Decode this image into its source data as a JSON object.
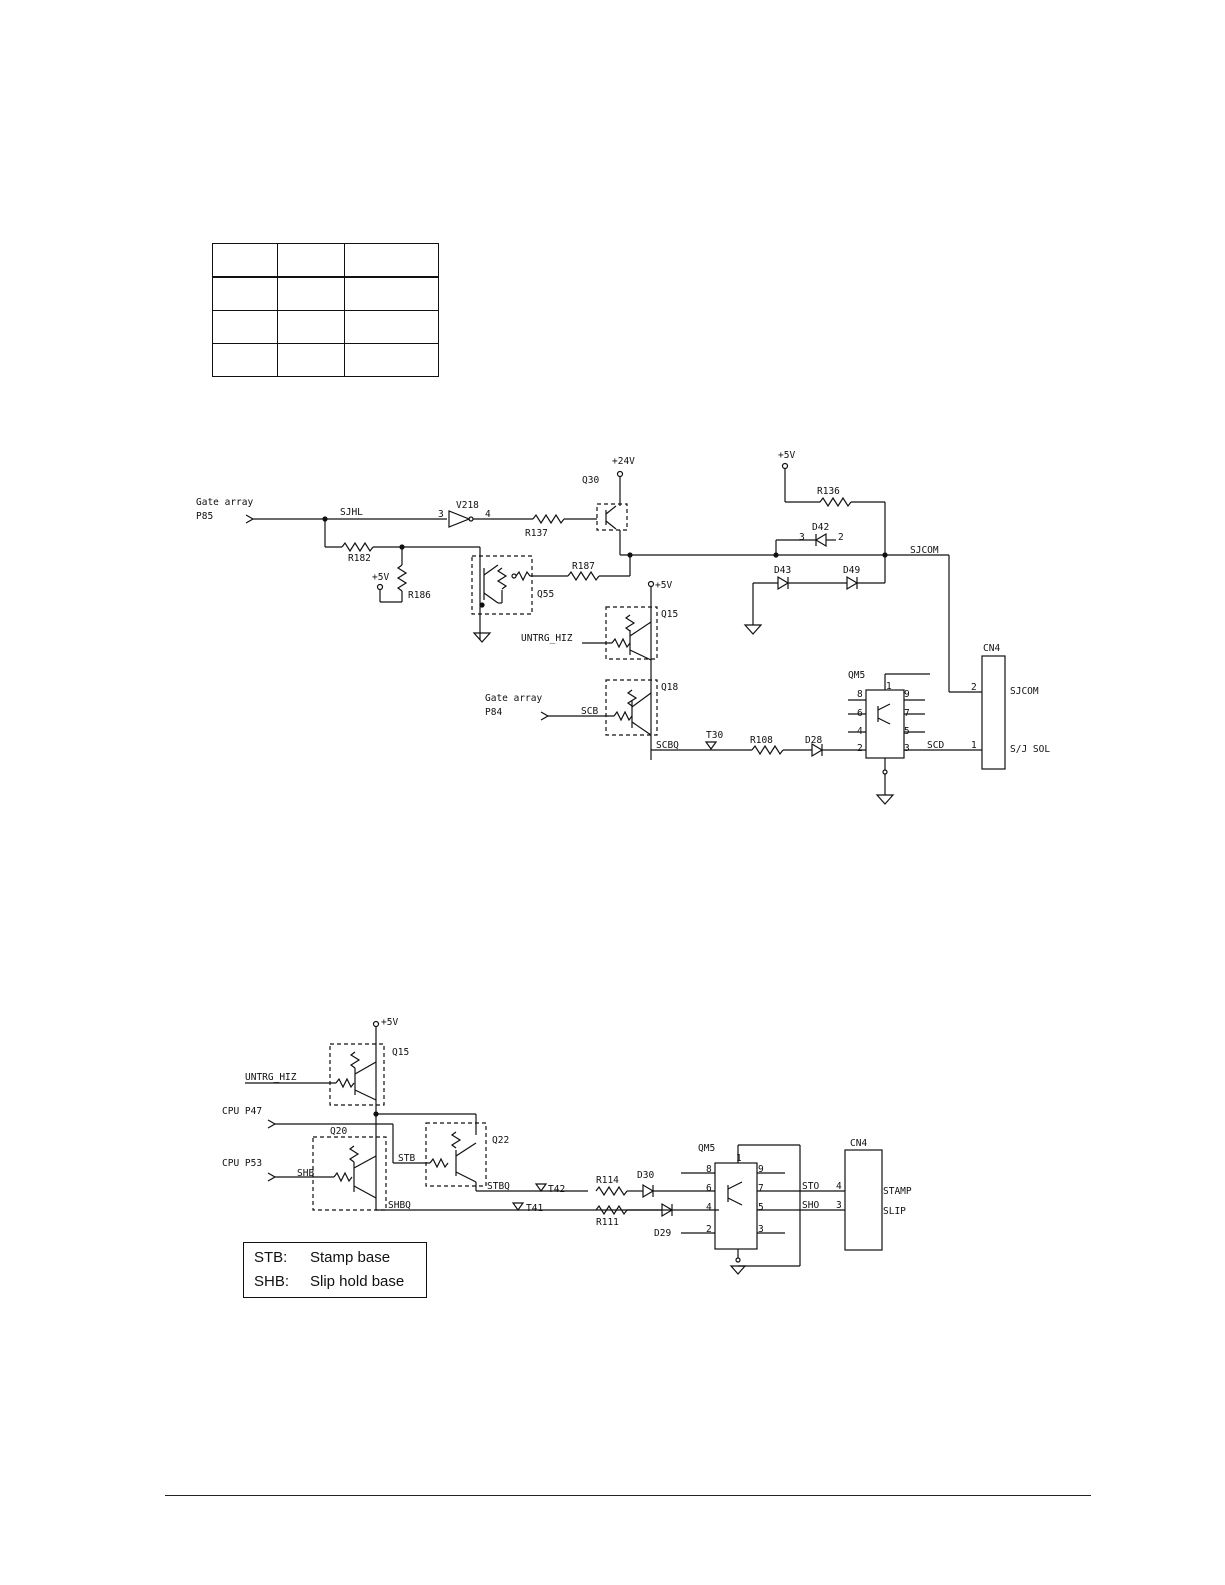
{
  "top_table": {
    "rows": [
      [
        "",
        "",
        ""
      ],
      [
        "",
        "",
        ""
      ],
      [
        "",
        "",
        ""
      ],
      [
        "",
        "",
        ""
      ]
    ]
  },
  "circuit1": {
    "gate_array_label": "Gate array",
    "p85": "P85",
    "sjhl": "SJHL",
    "v218": "V218",
    "pin3": "3",
    "pin4": "4",
    "r137": "R137",
    "q30": "Q30",
    "plus24v": "+24V",
    "r182": "R182",
    "plus5v_a": "+5V",
    "r186": "R186",
    "q55": "Q55",
    "r187": "R187",
    "plus5v_b": "+5V",
    "q15": "Q15",
    "untrg": "UNTRG_HIZ",
    "gate_array_label2": "Gate array",
    "p84": "P84",
    "scb": "SCB",
    "q18": "Q18",
    "scbq": "SCBQ",
    "t30": "T30",
    "r108": "R108",
    "d28": "D28",
    "plus5v_c": "+5V",
    "r136": "R136",
    "d42": "D42",
    "d42_p3": "3",
    "d42_p2": "2",
    "sjcom": "SJCOM",
    "d43": "D43",
    "d49": "D49",
    "cn4": "CN4",
    "qm5": "QM5",
    "qm_pins": [
      "8",
      "6",
      "4",
      "2",
      "1",
      "9",
      "7",
      "5",
      "3"
    ],
    "scd": "SCD",
    "cn4_p2": "2",
    "cn4_p1": "1",
    "cn4_sjcom": "SJCOM",
    "cn4_sol": "S/J SOL"
  },
  "circuit2": {
    "plus5v": "+5V",
    "q15": "Q15",
    "untrg": "UNTRG_HIZ",
    "cpu_p47": "CPU P47",
    "q20": "Q20",
    "cpu_p53": "CPU P53",
    "shb": "SHB",
    "stb": "STB",
    "q22": "Q22",
    "stbq": "STBQ",
    "shbq": "SHBQ",
    "t42": "T42",
    "t41": "T41",
    "r114": "R114",
    "r111": "R111",
    "d30": "D30",
    "d29": "D29",
    "qm5": "QM5",
    "qm_pins": [
      "8",
      "6",
      "4",
      "2",
      "1",
      "9",
      "7",
      "5",
      "3"
    ],
    "sto": "STO",
    "sho": "SHO",
    "cn4": "CN4",
    "cn4_p4": "4",
    "cn4_p3": "3",
    "stamp": "STAMP",
    "slip": "SLIP"
  },
  "legend": {
    "items": [
      {
        "key": "STB:",
        "value": "Stamp base"
      },
      {
        "key": "SHB:",
        "value": "Slip hold base"
      }
    ]
  }
}
